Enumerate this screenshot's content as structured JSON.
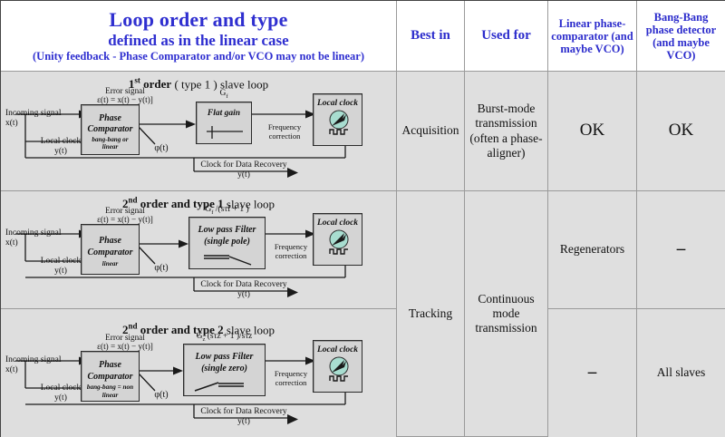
{
  "header": {
    "title_line1": "Loop order and type",
    "title_line2": "defined as in the linear case",
    "title_line3": "(Unity feedback  - Phase Comparator and/or VCO may not be linear)",
    "col_best_in": "Best in",
    "col_used_for": "Used for",
    "col_linear": "Linear phase-comparator (and maybe VCO)",
    "col_bangbang": "Bang-Bang phase detector (and maybe VCO)",
    "title_color": "#2f2fd0"
  },
  "rows": [
    {
      "diagram": {
        "title_order": "1",
        "title_sup": "st",
        "title_rest": "order",
        "title_tail": "( type 1 ) slave loop",
        "error_label_l1": "Error signal",
        "error_label_l2": "ε(t) = x(t) − y(t)]",
        "incoming_l1": "Incoming signal",
        "incoming_l2": "x(t)",
        "local_in_l1": "Local clock",
        "local_in_l2": "y(t)",
        "pc_l1": "Phase",
        "pc_l2": "Comparator",
        "pc_l3": "bang-bang or",
        "pc_l4": "linear",
        "phi": "φ(t)",
        "filter_tf": "G",
        "filter_tf_sub": "f",
        "filter_tf_rest": "",
        "filter_l1": "Flat gain",
        "filter_l2": "",
        "filter_icon": "flat-gain-icon",
        "freq_l1": "Frequency",
        "freq_l2": "correction",
        "clock_label": "Local clock",
        "clock_icon": "local-clock-icon",
        "recovery": "Clock for Data Recovery y(t)"
      },
      "best_in": "Acquisition",
      "used_for": "Burst-mode transmission (often a phase-aligner)",
      "linear": "OK",
      "bangbang": "OK"
    },
    {
      "diagram": {
        "title_order": "2",
        "title_sup": "nd",
        "title_rest": "order and  type 1",
        "title_tail": "slave loop",
        "error_label_l1": "Error signal",
        "error_label_l2": "ε(t) = x(t) − y(t)]",
        "incoming_l1": "Incoming signal",
        "incoming_l2": "x(t)",
        "local_in_l1": "Local clock",
        "local_in_l2": "y(t)",
        "pc_l1": "Phase",
        "pc_l2": "Comparator",
        "pc_l3": "linear",
        "pc_l4": "",
        "phi": "φ(t)",
        "filter_tf": "G",
        "filter_tf_sub": "f",
        "filter_tf_rest": " /(sτf + 1 )",
        "filter_l1": "Low pass Filter",
        "filter_l2": "(single pole)",
        "filter_icon": "single-pole-icon",
        "freq_l1": "Frequency",
        "freq_l2": "correction",
        "clock_label": "Local clock",
        "clock_icon": "local-clock-icon",
        "recovery": "Clock for Data Recovery y(t)"
      },
      "best_in": "Tracking",
      "used_for": "Continuous mode transmission",
      "linear": "Regenerators",
      "bangbang": "–"
    },
    {
      "diagram": {
        "title_order": "2",
        "title_sup": "nd",
        "title_rest": "order and  type 2",
        "title_tail": "slave loop",
        "error_label_l1": "Error signal",
        "error_label_l2": "ε(t) = x(t) − y(t)]",
        "incoming_l1": "Incoming signal",
        "incoming_l2": "x(t)",
        "local_in_l1": "Local clock",
        "local_in_l2": "y(t)",
        "pc_l1": "Phase",
        "pc_l2": "Comparator",
        "pc_l3": "bang-bang = non",
        "pc_l4": "linear",
        "phi": "φ(t)",
        "filter_tf": "G",
        "filter_tf_sub": "z",
        "filter_tf_rest": " (sτz + 1 )/sτz",
        "filter_l1": "Low pass Filter",
        "filter_l2": "(single zero)",
        "filter_icon": "single-zero-icon",
        "freq_l1": "Frequency",
        "freq_l2": "correction",
        "clock_label": "Local clock",
        "clock_icon": "local-clock-icon",
        "recovery": "Clock for Data Recovery y(t)"
      },
      "best_in": "",
      "used_for": "",
      "linear": "–",
      "bangbang": "All  slaves"
    }
  ],
  "colors": {
    "row_bg": "#dedede",
    "cell_bg": "#e0e0e0",
    "block_fill": "#d4d4d4",
    "clock_icon_fill": "#a8ddd0",
    "line": "#1a1a1a"
  }
}
